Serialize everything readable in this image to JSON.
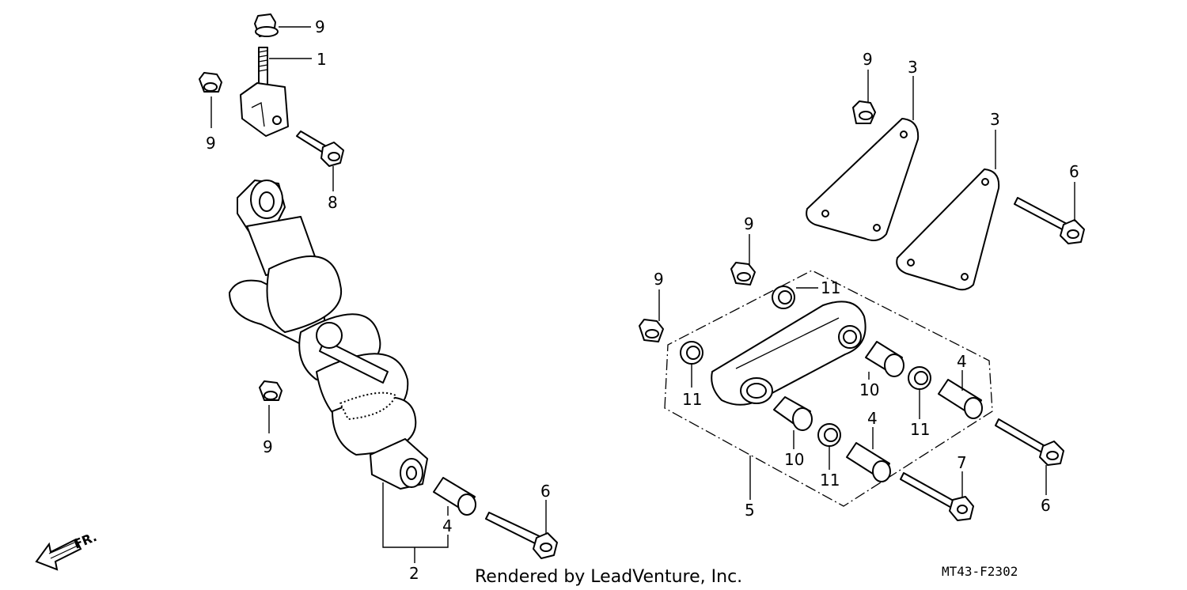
{
  "diagram": {
    "callouts": {
      "c1": "1",
      "c2": "2",
      "c3a": "3",
      "c3b": "3",
      "c4a": "4",
      "c4b": "4",
      "c4c": "4",
      "c5": "5",
      "c6a": "6",
      "c6b": "6",
      "c6c": "6",
      "c7": "7",
      "c8": "8",
      "c9a": "9",
      "c9b": "9",
      "c9c": "9",
      "c9d": "9",
      "c9e": "9",
      "c9f": "9",
      "c10a": "10",
      "c10b": "10",
      "c11a": "11",
      "c11b": "11",
      "c11c": "11",
      "c11d": "11"
    },
    "direction_label": "FR.",
    "credit": "Rendered by LeadVenture, Inc.",
    "code": "MT43-F2302"
  }
}
